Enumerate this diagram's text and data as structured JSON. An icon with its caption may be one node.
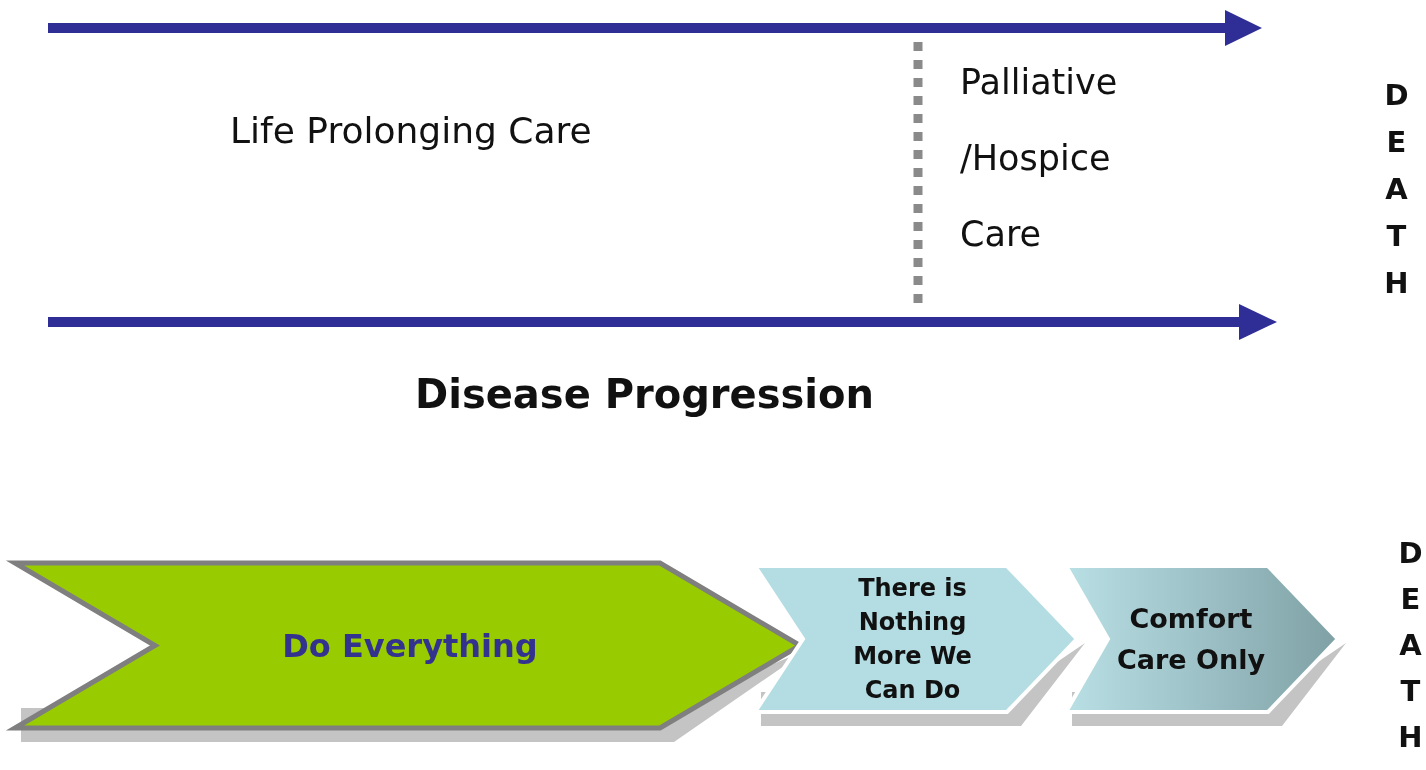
{
  "diagram": {
    "nodes": [
      {
        "text": [
          "Do Everything"
        ]
      },
      {
        "text": [
          "There is Nothing More We Can Do"
        ]
      },
      {
        "text": [
          "Comfort Care Only"
        ]
      }
    ],
    "labels": [
      "Life Prolonging Care",
      "Palliative /Hospice Care",
      "DEATH",
      "Disease Progression",
      "DEATH"
    ]
  }
}
